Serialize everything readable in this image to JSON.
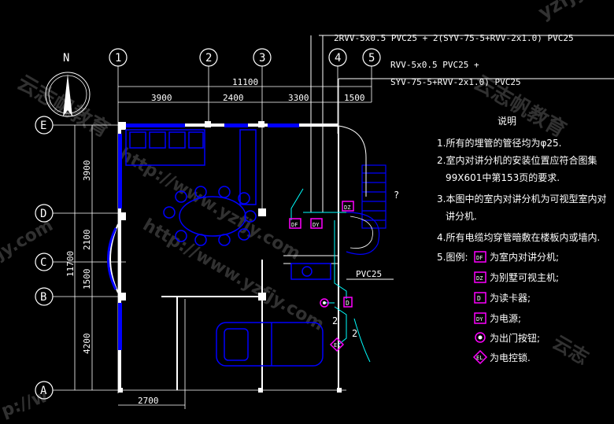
{
  "colors": {
    "background": "#000000",
    "wall": "#0000ff",
    "wiring": "#00ffff",
    "device": "#ff00ff",
    "line": "#ffffff"
  },
  "cables": {
    "main": "2RVV-5x0.5 PVC25 + 2(SYV-75-5+RVV-2x1.0) PVC25",
    "branch_line1": "RVV-5x0.5 PVC25 +",
    "branch_line2": "SYV-75-5+RVV-2x1.0) PVC25",
    "pvc": "PVC25"
  },
  "north_label": "N",
  "axis_labels": {
    "a1": "1",
    "a2": "2",
    "a3": "3",
    "a4": "4",
    "a5": "5",
    "e": "E",
    "d": "D",
    "c": "C",
    "b": "B",
    "a": "A"
  },
  "dims": {
    "total_top": "11100",
    "d1": "3900",
    "d2": "2400",
    "d3": "3300",
    "d4": "1500",
    "total_left": "11700",
    "v1": "3900",
    "v2": "2100",
    "v3": "1500",
    "v4": "4200",
    "bottom": "2700"
  },
  "markers": {
    "q": "?",
    "two_a": "2",
    "two_b": "2",
    "df": "DF",
    "dy": "DY",
    "dz": "DZ",
    "d": "D",
    "el": "EL"
  },
  "notes": {
    "title": "说明",
    "n1": "1.所有的埋管的管径均为φ25.",
    "n2a": "2.室内对讲分机的安装位置应符合图集",
    "n2b": "99X601中第153页的要求.",
    "n3a": "3.本图中的室内对讲分机为可视型室内对",
    "n3b": "讲分机.",
    "n4": "4.所有电缆均穿管暗敷在楼板内或墙内.",
    "n5": "5.图例:",
    "legend": [
      {
        "symbol": "DF",
        "text": "为室内对讲分机;"
      },
      {
        "symbol": "DZ",
        "text": "为别墅可视主机;"
      },
      {
        "symbol": "D",
        "text": "为读卡器;"
      },
      {
        "symbol": "DY",
        "text": "为电源;"
      },
      {
        "symbol": "",
        "text": "为出门按钮;"
      },
      {
        "symbol": "EL",
        "text": "为电控锁."
      }
    ]
  },
  "watermarks": {
    "w1": "http://www.yzfjy.com",
    "w2": "云志帆教育",
    "w3": "yzfjy",
    "w4": "云志帆教育",
    "w5": "http://www.yzfjy.com",
    "w6": "云志",
    "w7": "jy.com",
    "w8": "p://w"
  }
}
